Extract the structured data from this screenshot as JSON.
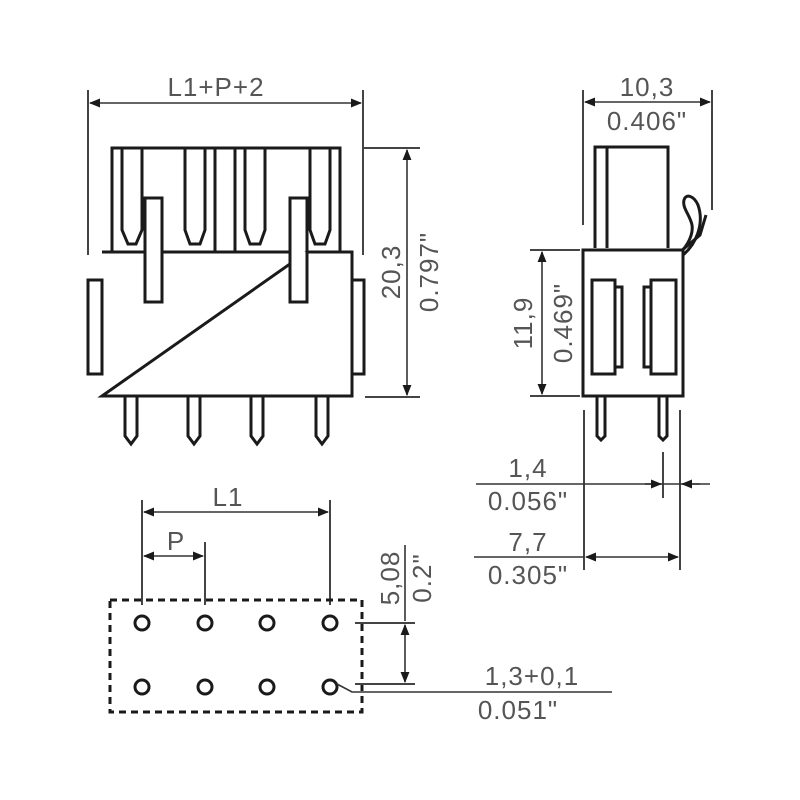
{
  "drawing": {
    "title": "PCB connector dimensional drawing",
    "colors": {
      "line": "#1a1a1a",
      "dimension_text": "#555555",
      "background": "#ffffff"
    },
    "front_view": {
      "width_label": "L1+P+2",
      "height_mm": "20,3",
      "height_in": "0.797\"",
      "pin_count": 4
    },
    "side_view": {
      "width_mm": "10,3",
      "width_in": "0.406\"",
      "body_height_mm": "11,9",
      "body_height_in": "0.469\"",
      "pin_offset_mm": "1,4",
      "pin_offset_in": "0.056\"",
      "pin_spacing_mm": "7,7",
      "pin_spacing_in": "0.305\""
    },
    "footprint": {
      "length_label": "L1",
      "pitch_label": "P",
      "row_spacing_mm": "5,08",
      "row_spacing_in": "0.2\"",
      "hole_diameter_mm": "1,3+0,1",
      "hole_diameter_in": "0.051\"",
      "rows": 2,
      "columns": 4
    }
  }
}
